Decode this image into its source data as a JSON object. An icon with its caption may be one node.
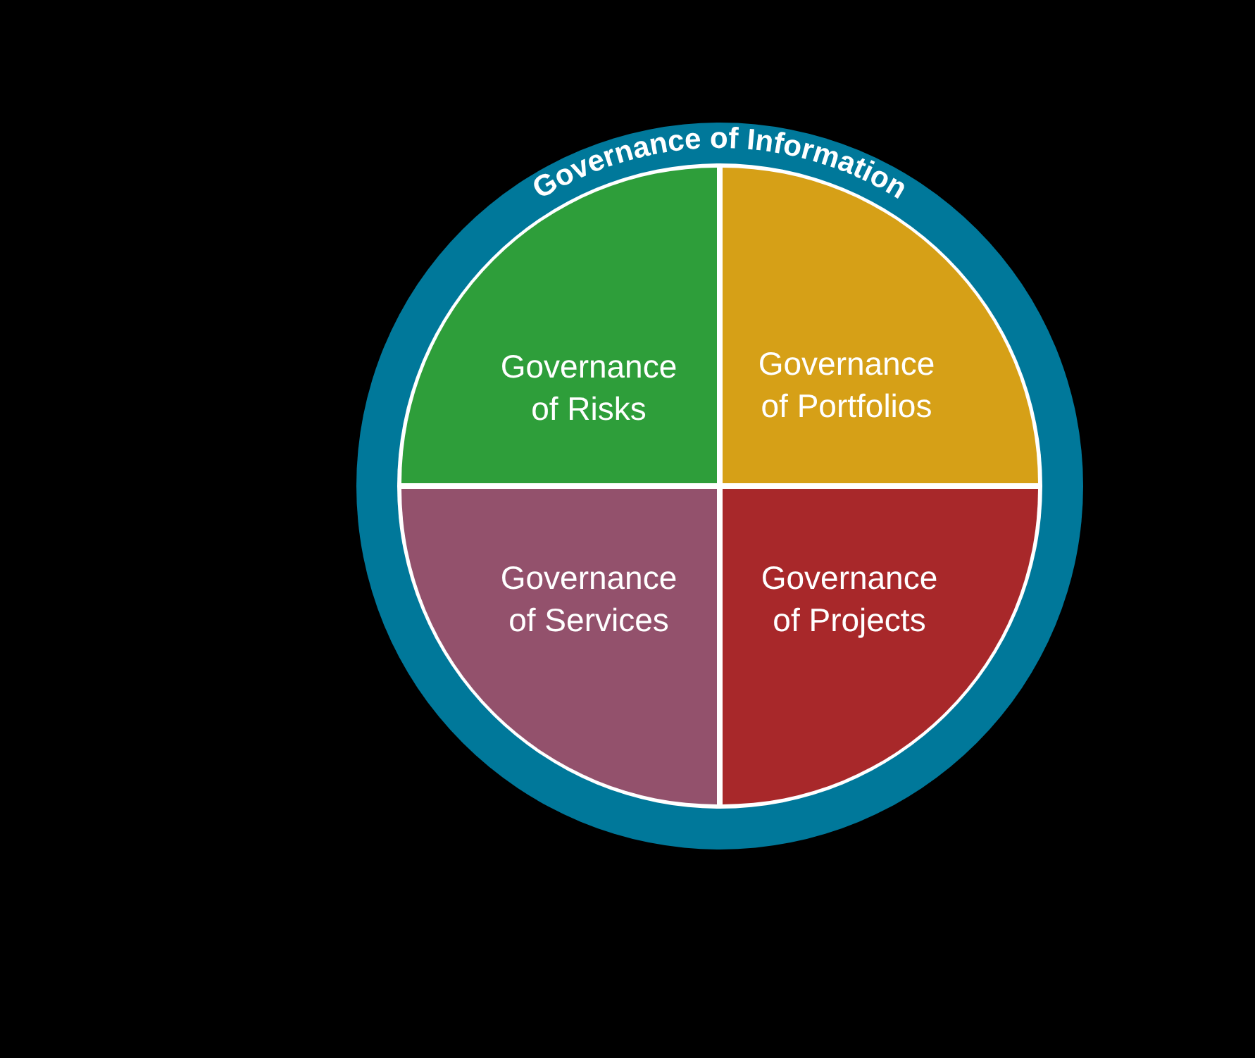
{
  "diagram": {
    "nodes": [
      {
        "text": [
          "Governance of Information"
        ]
      },
      {
        "text": [
          "Governance of Risks"
        ],
        "in": 0
      },
      {
        "text": [
          "Governance of Portfolios"
        ],
        "in": 0
      },
      {
        "text": [
          "Governance of Services"
        ],
        "in": 0
      },
      {
        "text": [
          "Governance of Projects"
        ],
        "in": 0
      }
    ]
  }
}
